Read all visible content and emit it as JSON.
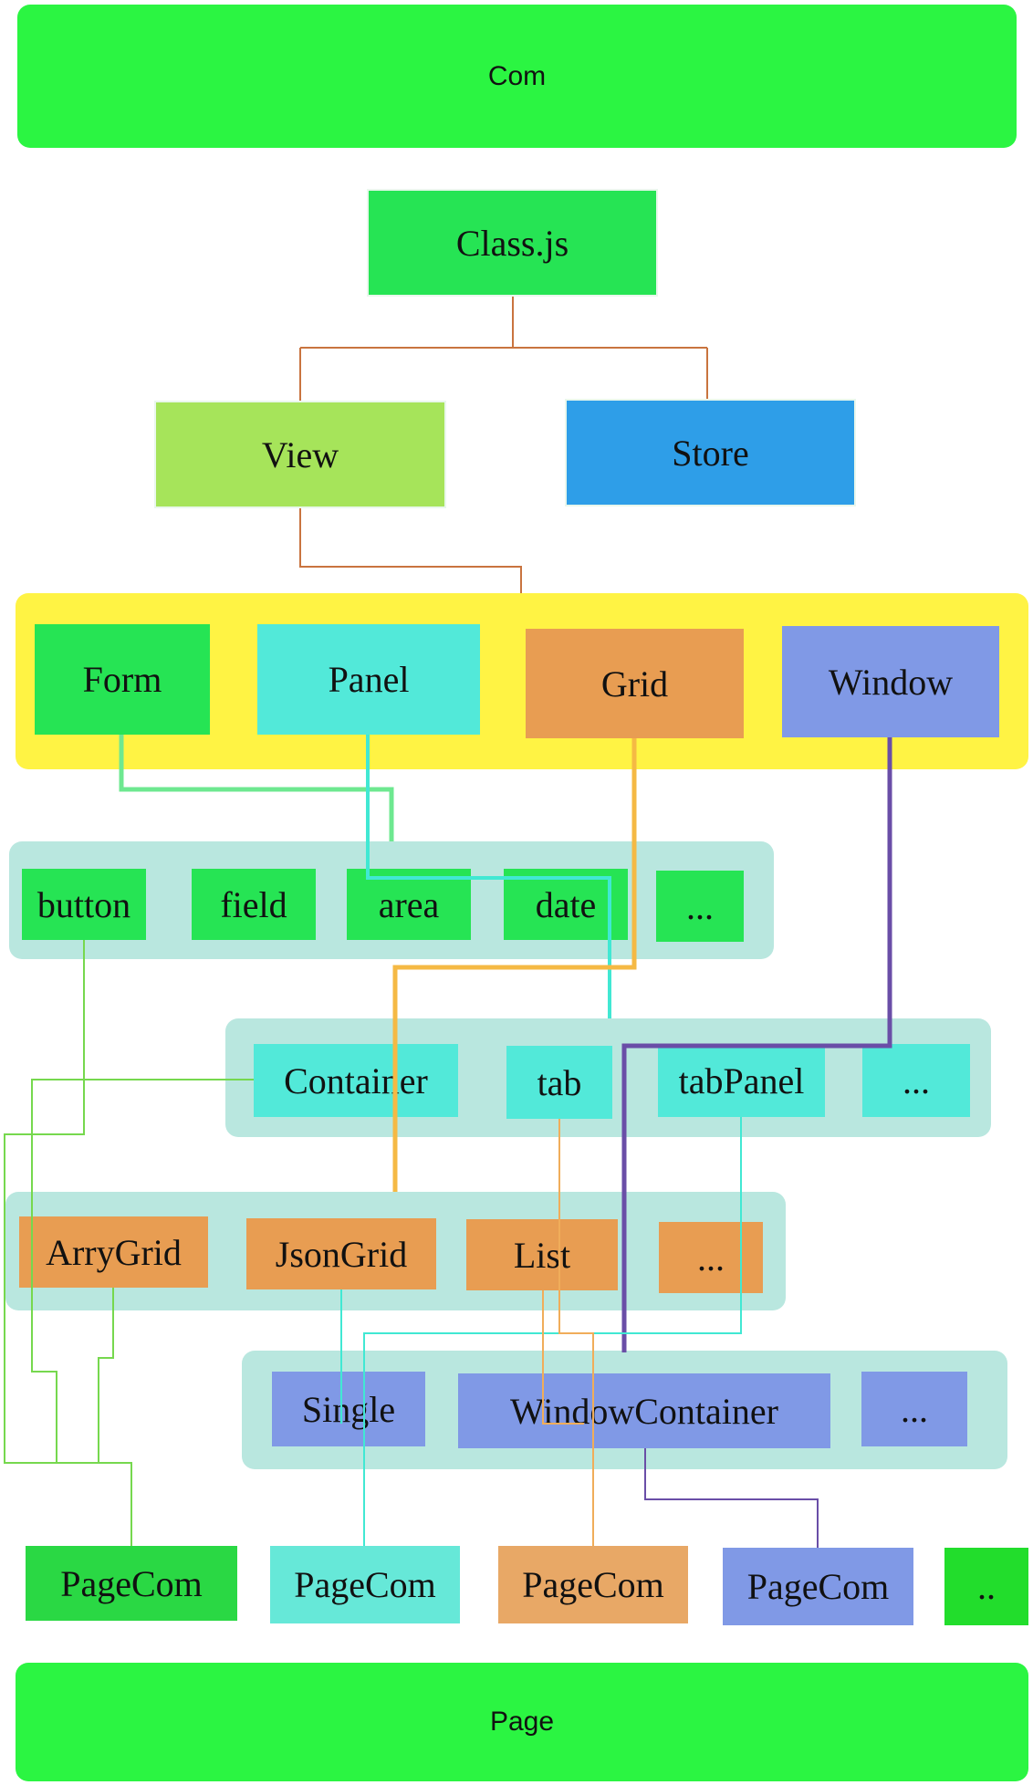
{
  "colors": {
    "band_green": "#2bf542",
    "green": "#26e454",
    "light_green": "#a6e45a",
    "blue": "#2e9ee8",
    "yellow": "#fff344",
    "cyan": "#52e9d9",
    "orange": "#e89d52",
    "purple": "#8099e6",
    "group_bg": "#b9e7df"
  },
  "top_band": {
    "label": "Com"
  },
  "bottom_band": {
    "label": "Page"
  },
  "hierarchy": {
    "root": "Class.js",
    "view": "View",
    "store": "Store"
  },
  "view_components": {
    "form": "Form",
    "panel": "Panel",
    "grid": "Grid",
    "window": "Window"
  },
  "form_items": [
    "button",
    "field",
    "area",
    "date",
    "..."
  ],
  "panel_items": [
    "Container",
    "tab",
    "tabPanel",
    "..."
  ],
  "grid_items": [
    "ArryGrid",
    "JsonGrid",
    "List",
    "..."
  ],
  "window_items": [
    "Single",
    "WindowContainer",
    "..."
  ],
  "page_coms": [
    "PageCom",
    "PageCom",
    "PageCom",
    "PageCom",
    ".."
  ]
}
